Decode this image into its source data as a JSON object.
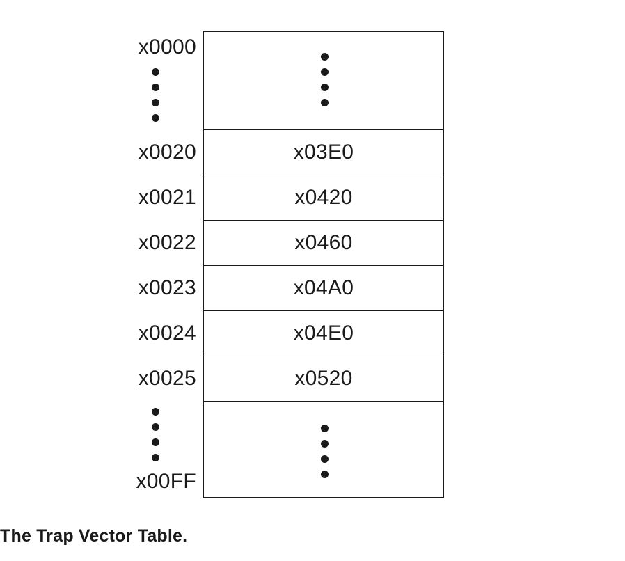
{
  "address_labels": {
    "top": "x0000",
    "a0": "x0020",
    "a1": "x0021",
    "a2": "x0022",
    "a3": "x0023",
    "a4": "x0024",
    "a5": "x0025",
    "bottom": "x00FF"
  },
  "entries": {
    "e0": "x03E0",
    "e1": "x0420",
    "e2": "x0460",
    "e3": "x04A0",
    "e4": "x04E0",
    "e5": "x0520"
  },
  "caption": "The Trap Vector Table."
}
